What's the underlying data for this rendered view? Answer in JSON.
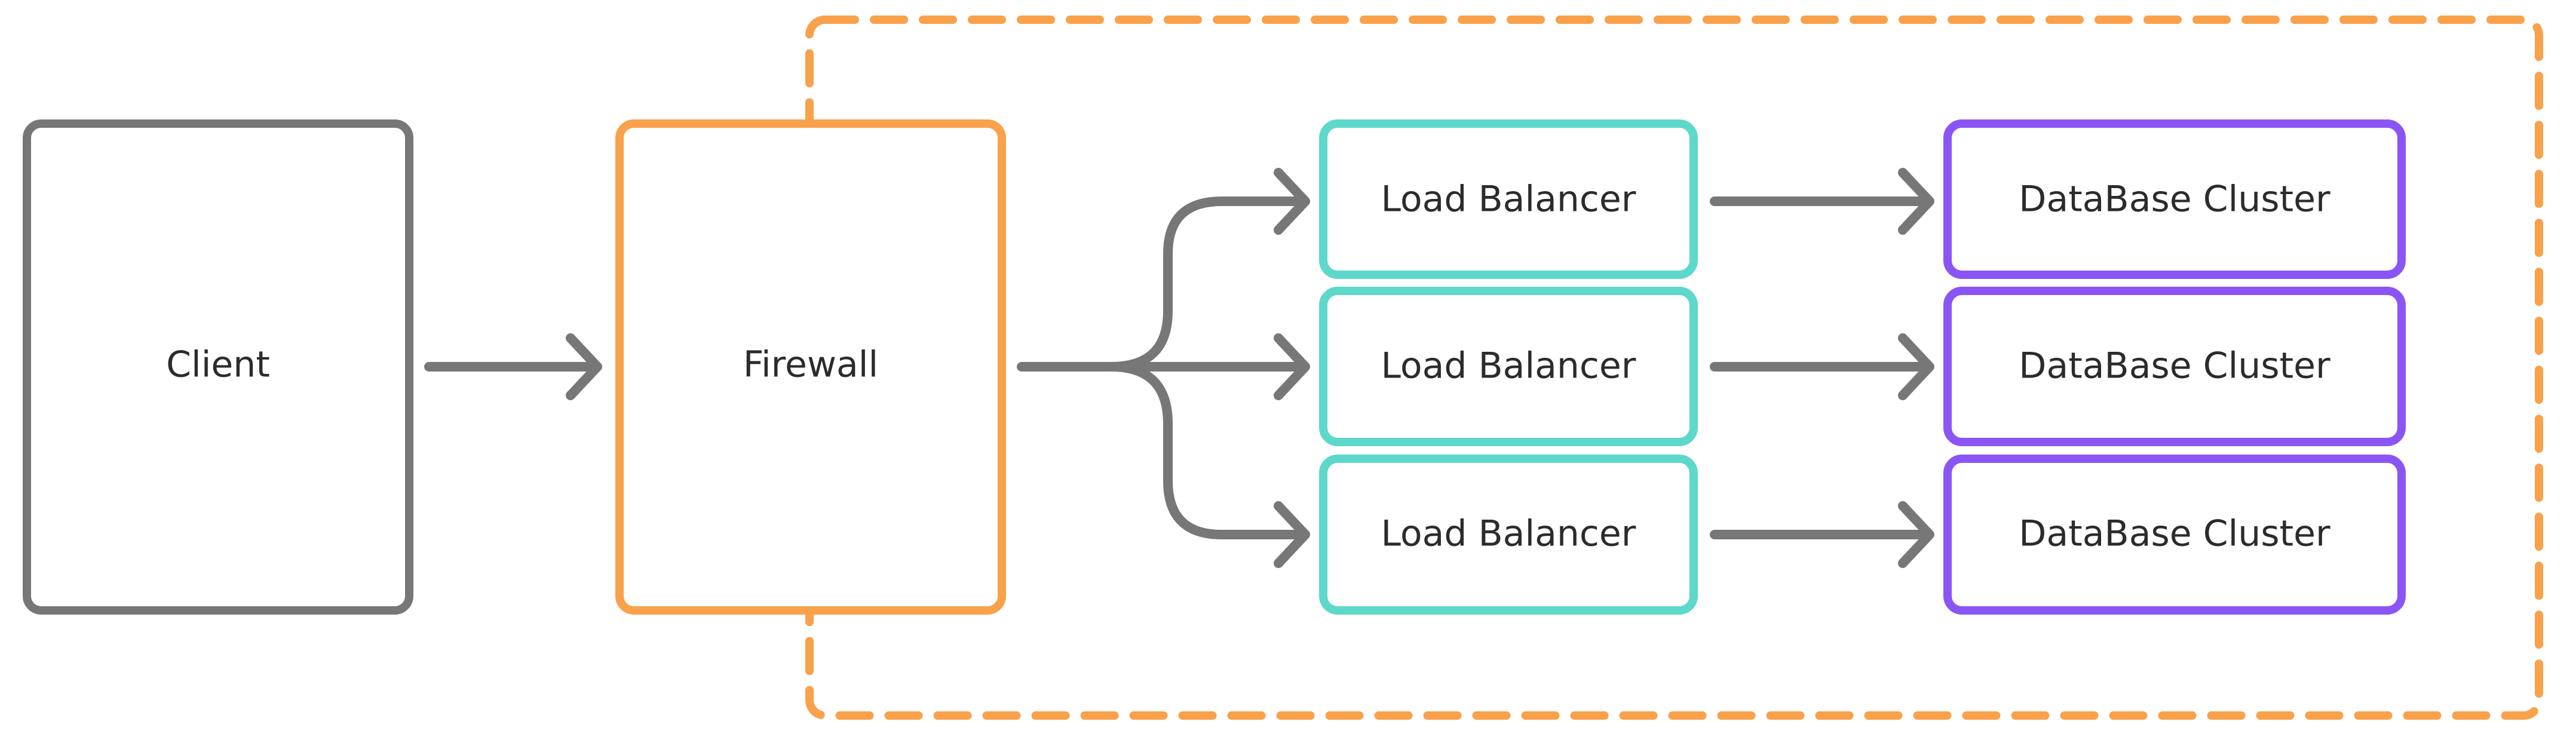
{
  "colors": {
    "client": "#777777",
    "firewall": "#F9A14B",
    "load_balancer": "#5DD8CB",
    "database": "#8B55F5",
    "arrow": "#777777",
    "group_border": "#F9A14B"
  },
  "nodes": {
    "client": {
      "label": "Client"
    },
    "firewall": {
      "label": "Firewall"
    },
    "load_balancers": [
      {
        "label": "Load Balancer"
      },
      {
        "label": "Load Balancer"
      },
      {
        "label": "Load Balancer"
      }
    ],
    "databases": [
      {
        "label": "DataBase Cluster"
      },
      {
        "label": "DataBase Cluster"
      },
      {
        "label": "DataBase Cluster"
      }
    ]
  },
  "edges": [
    {
      "from": "Client",
      "to": "Firewall"
    },
    {
      "from": "Firewall",
      "to": "Load Balancer 1"
    },
    {
      "from": "Firewall",
      "to": "Load Balancer 2"
    },
    {
      "from": "Firewall",
      "to": "Load Balancer 3"
    },
    {
      "from": "Load Balancer 1",
      "to": "DataBase Cluster 1"
    },
    {
      "from": "Load Balancer 2",
      "to": "DataBase Cluster 2"
    },
    {
      "from": "Load Balancer 3",
      "to": "DataBase Cluster 3"
    }
  ]
}
